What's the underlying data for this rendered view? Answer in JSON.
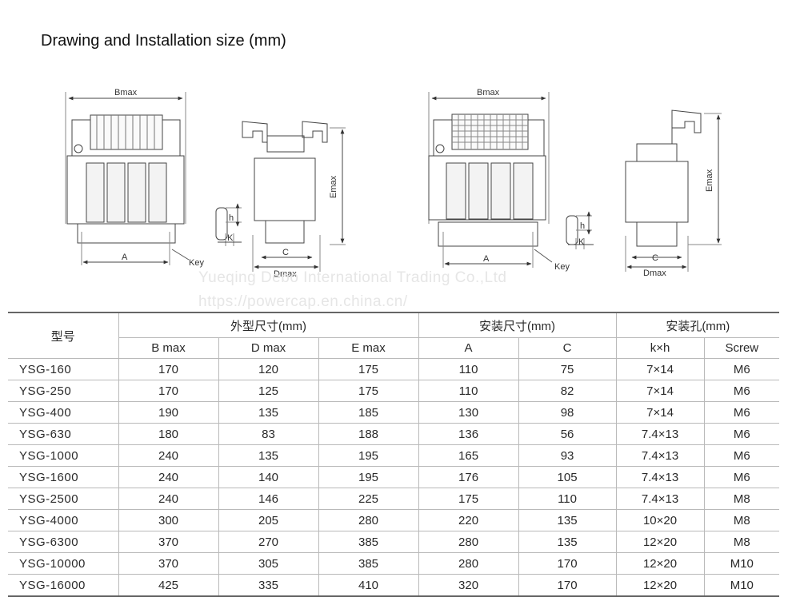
{
  "page_title": "Drawing and Installation size (mm)",
  "drawing_labels": {
    "bmax": "Bmax",
    "emax": "Emax",
    "dmax": "Dmax",
    "a": "A",
    "c": "C",
    "key": "Key",
    "h": "h",
    "k": "K"
  },
  "watermark": {
    "company": "Yueqing Debo International Trading Co.,Ltd",
    "url": "https://powercap.en.china.cn/"
  },
  "table": {
    "groups": {
      "model": "型号",
      "outline": "外型尺寸(mm)",
      "install": "安装尺寸(mm)",
      "hole": "安装孔(mm)"
    },
    "columns": [
      "B max",
      "D max",
      "E max",
      "A",
      "C",
      "k×h",
      "Screw"
    ],
    "rows": [
      {
        "model": "YSG-160",
        "b": "170",
        "d": "120",
        "e": "175",
        "a": "110",
        "c": "75",
        "kh": "7×14",
        "screw": "M6"
      },
      {
        "model": "YSG-250",
        "b": "170",
        "d": "125",
        "e": "175",
        "a": "110",
        "c": "82",
        "kh": "7×14",
        "screw": "M6"
      },
      {
        "model": "YSG-400",
        "b": "190",
        "d": "135",
        "e": "185",
        "a": "130",
        "c": "98",
        "kh": "7×14",
        "screw": "M6"
      },
      {
        "model": "YSG-630",
        "b": "180",
        "d": "83",
        "e": "188",
        "a": "136",
        "c": "56",
        "kh": "7.4×13",
        "screw": "M6"
      },
      {
        "model": "YSG-1000",
        "b": "240",
        "d": "135",
        "e": "195",
        "a": "165",
        "c": "93",
        "kh": "7.4×13",
        "screw": "M6"
      },
      {
        "model": "YSG-1600",
        "b": "240",
        "d": "140",
        "e": "195",
        "a": "176",
        "c": "105",
        "kh": "7.4×13",
        "screw": "M6"
      },
      {
        "model": "YSG-2500",
        "b": "240",
        "d": "146",
        "e": "225",
        "a": "175",
        "c": "110",
        "kh": "7.4×13",
        "screw": "M8"
      },
      {
        "model": "YSG-4000",
        "b": "300",
        "d": "205",
        "e": "280",
        "a": "220",
        "c": "135",
        "kh": "10×20",
        "screw": "M8"
      },
      {
        "model": "YSG-6300",
        "b": "370",
        "d": "270",
        "e": "385",
        "a": "280",
        "c": "135",
        "kh": "12×20",
        "screw": "M8"
      },
      {
        "model": "YSG-10000",
        "b": "370",
        "d": "305",
        "e": "385",
        "a": "280",
        "c": "170",
        "kh": "12×20",
        "screw": "M10"
      },
      {
        "model": "YSG-16000",
        "b": "425",
        "d": "335",
        "e": "410",
        "a": "320",
        "c": "170",
        "kh": "12×20",
        "screw": "M10"
      }
    ]
  }
}
